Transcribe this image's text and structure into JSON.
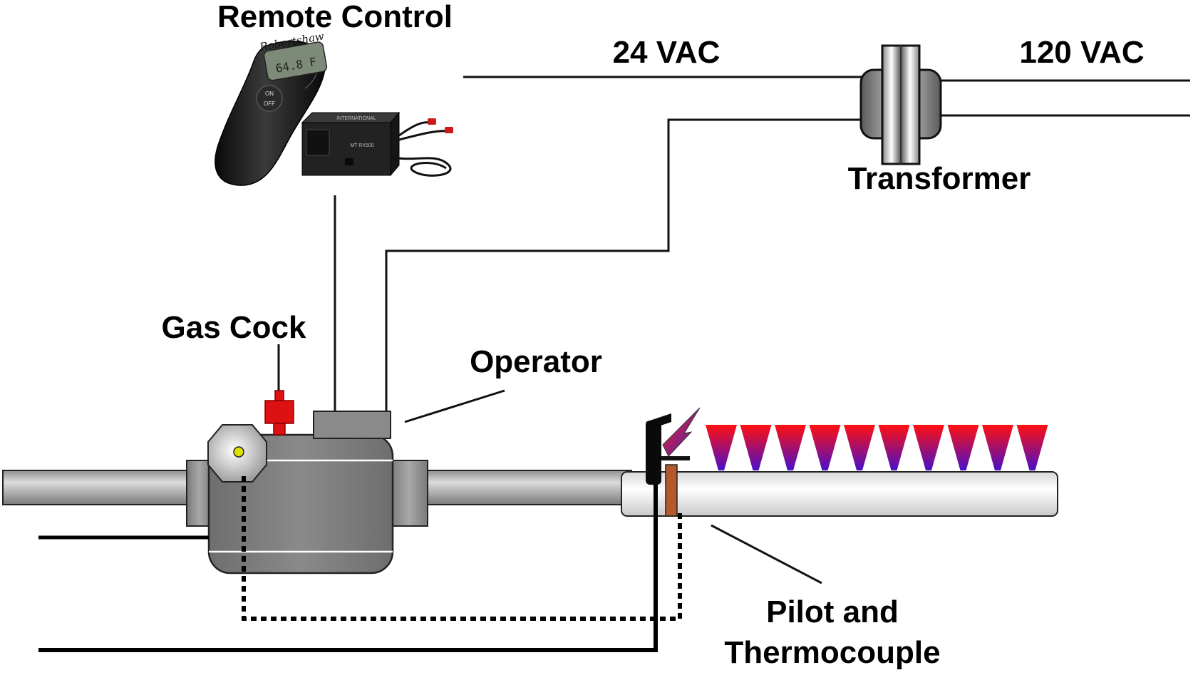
{
  "labels": {
    "remote_control": "Remote Control",
    "vac24": "24 VAC",
    "vac120": "120 VAC",
    "transformer": "Transformer",
    "gas_cock": "Gas Cock",
    "operator": "Operator",
    "pilot_line1": "Pilot and",
    "pilot_line2": "Thermocouple"
  },
  "remote": {
    "display": "64.8 F",
    "brand": "Robertshaw",
    "button_on": "ON",
    "button_off": "OFF"
  },
  "colors": {
    "flame_top": "#ff1010",
    "flame_bottom": "#4a10c8",
    "gas_cock": "#dd1111",
    "thermocouple": "#b25a2c",
    "indicator": "#e0e000"
  },
  "burner": {
    "flame_count": 10
  }
}
